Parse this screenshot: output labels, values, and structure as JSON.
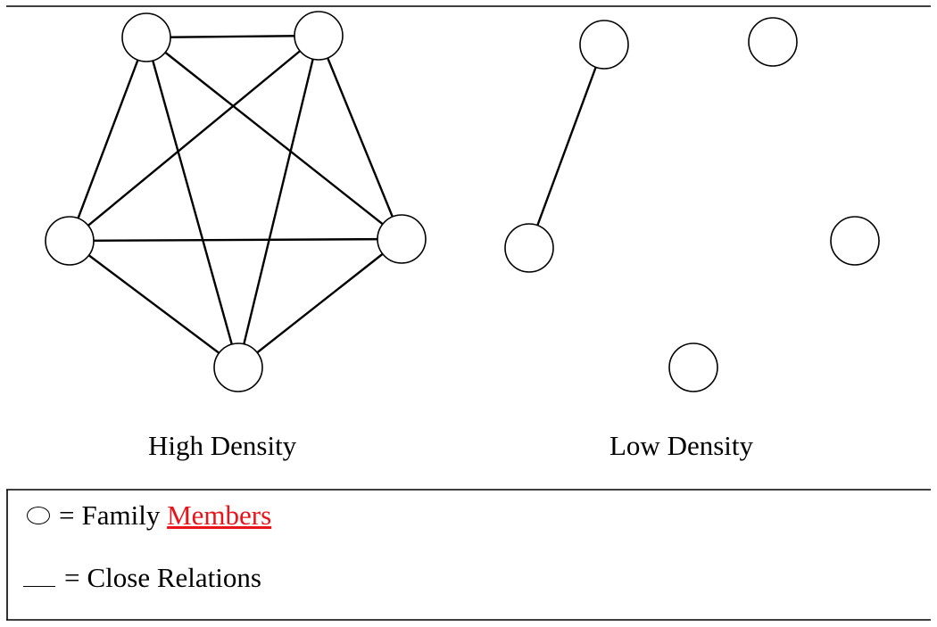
{
  "diagrams": {
    "high": {
      "caption": "High Density"
    },
    "low": {
      "caption": "Low Density"
    }
  },
  "legend": {
    "members": {
      "symbol": "circle-icon",
      "equals": "=",
      "prefix": "Family",
      "link": "Members",
      "link_color": "#e8141a"
    },
    "relations": {
      "symbol": "line-icon",
      "equals": "=",
      "text": "Close Relations"
    }
  },
  "colors": {
    "stroke": "#000000",
    "node_fill": "#ffffff",
    "background": "#ffffff"
  }
}
